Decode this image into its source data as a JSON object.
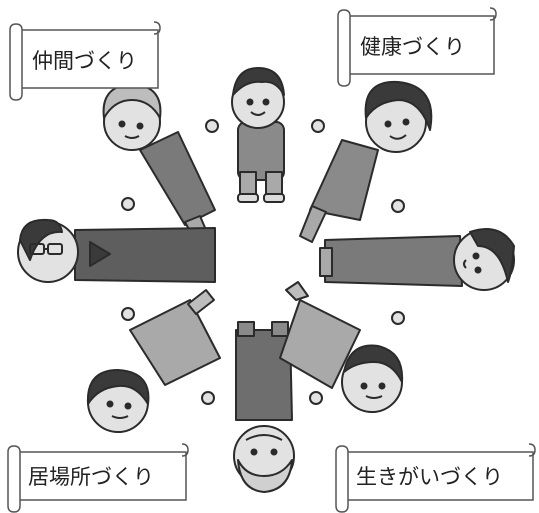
{
  "labels": {
    "top_left": "仲間づくり",
    "top_right": "健康づくり",
    "bottom_left": "居場所づくり",
    "bottom_right": "生きがいづくり"
  },
  "palette": {
    "skin": "#e2e2e2",
    "hair_dark": "#3a3a3a",
    "hair_gray": "#bdbdbd",
    "clothes_mid": "#8a8a8a",
    "clothes_dark": "#5e5e5e",
    "clothes_light": "#a9a9a9",
    "outline": "#2b2b2b",
    "banner_fill": "#ffffff",
    "banner_stroke": "#555555"
  }
}
